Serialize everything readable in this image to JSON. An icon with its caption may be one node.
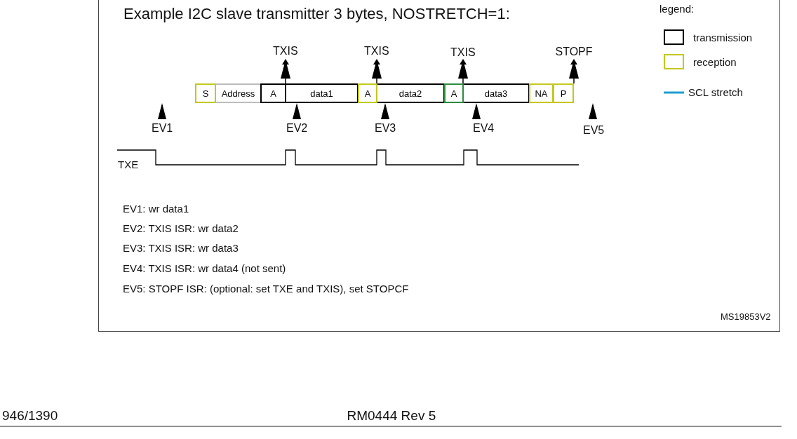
{
  "diagram": {
    "title": "Example I2C slave transmitter 3 bytes, NOSTRETCH=1:",
    "nodes": [
      {
        "text": [
          "S"
        ]
      },
      {
        "text": [
          "Address"
        ]
      },
      {
        "text": [
          "A"
        ]
      },
      {
        "text": [
          "data1"
        ]
      },
      {
        "text": [
          "A"
        ]
      },
      {
        "text": [
          "data2"
        ]
      },
      {
        "text": [
          "A"
        ]
      },
      {
        "text": [
          "data3"
        ]
      },
      {
        "text": [
          "NA"
        ]
      },
      {
        "text": [
          "P"
        ]
      }
    ],
    "edges": [],
    "labels": [
      "legend:",
      "TXIS",
      "TXIS",
      "TXIS",
      "STOPF",
      "EV1",
      "EV2",
      "EV3",
      "EV4",
      "EV5",
      "TXE",
      "EV1: wr data1",
      "EV2: TXIS ISR: wr data2",
      "EV3: TXIS ISR: wr data3",
      "EV4: TXIS ISR: wr data4 (not sent)",
      "EV5: STOPF ISR: (optional: set TXE and TXIS), set STOPCF",
      "MS19853V2",
      "946/1390",
      "RM0444 Rev 5"
    ],
    "legend": [
      {
        "text": "transmission",
        "color": "#000000"
      },
      {
        "text": "reception",
        "color": "#c3c81e"
      },
      {
        "text": "SCL stretch",
        "color": "#1ea0d2"
      }
    ]
  }
}
